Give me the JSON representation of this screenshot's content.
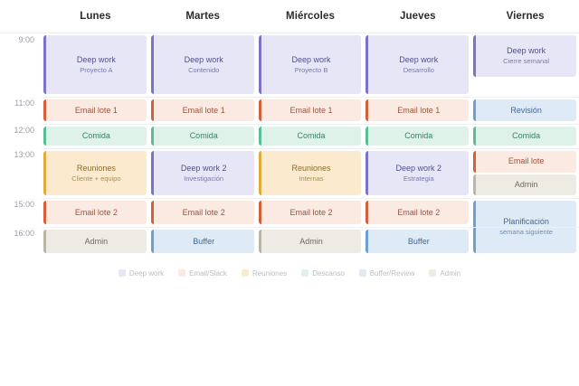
{
  "calendar": {
    "days": [
      "Lunes",
      "Martes",
      "Miércoles",
      "Jueves",
      "Viernes"
    ],
    "times": [
      "9:00",
      "11:00",
      "12:00",
      "13:00",
      "15:00",
      "16:00"
    ],
    "categories": {
      "deep": {
        "name": "Deep work",
        "bg": "#e6e6f7",
        "accent": "#7b72c9",
        "text": "#50508a"
      },
      "email": {
        "name": "Email/Slack",
        "bg": "#fbeae1",
        "accent": "#d4603a",
        "text": "#9b5340"
      },
      "meet": {
        "name": "Reuniones",
        "bg": "#fbeacd",
        "accent": "#e0aa3c",
        "text": "#8a6a30"
      },
      "rest": {
        "name": "Descanso",
        "bg": "#dff2e9",
        "accent": "#5bbd96",
        "text": "#3e7d67"
      },
      "buffer": {
        "name": "Buffer/Review",
        "bg": "#dfeaf7",
        "accent": "#6e9fd1",
        "text": "#3f6a96"
      },
      "admin": {
        "name": "Admin",
        "bg": "#eeebe4",
        "accent": "#b9b5a8",
        "text": "#6e6a60"
      }
    },
    "legend": [
      {
        "label": "Deep work",
        "color": "#e6e6f7"
      },
      {
        "label": "Email/Slack",
        "color": "#fbeae1"
      },
      {
        "label": "Reuniones",
        "color": "#fbeacd"
      },
      {
        "label": "Descanso",
        "color": "#dff2e9"
      },
      {
        "label": "Buffer/Review",
        "color": "#dfeaf7"
      },
      {
        "label": "Admin",
        "color": "#eeebe4"
      }
    ],
    "rows": [
      {
        "time": "9:00",
        "height": 70,
        "cells": [
          {
            "blocks": [
              {
                "title": "Deep work",
                "sub": "Proyecto A",
                "cat": "deep"
              }
            ]
          },
          {
            "blocks": [
              {
                "title": "Deep work",
                "sub": "Contenido",
                "cat": "deep"
              }
            ]
          },
          {
            "blocks": [
              {
                "title": "Deep work",
                "sub": "Proyecto B",
                "cat": "deep"
              }
            ]
          },
          {
            "blocks": [
              {
                "title": "Deep work",
                "sub": "Desarrollo",
                "cat": "deep"
              }
            ]
          },
          {
            "blocks": [
              {
                "title": "Deep work",
                "sub": "Cierre semanal",
                "cat": "deep",
                "flex": 46
              },
              {
                "spacer": true,
                "flex": 24
              }
            ]
          }
        ]
      },
      {
        "time": "11:00",
        "height": 30,
        "cells": [
          {
            "blocks": [
              {
                "title": "Email lote 1",
                "cat": "email"
              }
            ]
          },
          {
            "blocks": [
              {
                "title": "Email lote 1",
                "cat": "email"
              }
            ]
          },
          {
            "blocks": [
              {
                "title": "Email lote 1",
                "cat": "email"
              }
            ]
          },
          {
            "blocks": [
              {
                "title": "Email lote 1",
                "cat": "email"
              }
            ]
          },
          {
            "blocks": [
              {
                "title": "Revisión",
                "cat": "buffer"
              }
            ]
          }
        ]
      },
      {
        "time": "12:00",
        "height": 27,
        "cells": [
          {
            "blocks": [
              {
                "title": "Comida",
                "cat": "rest"
              }
            ]
          },
          {
            "blocks": [
              {
                "title": "Comida",
                "cat": "rest"
              }
            ]
          },
          {
            "blocks": [
              {
                "title": "Comida",
                "cat": "rest"
              }
            ]
          },
          {
            "blocks": [
              {
                "title": "Comida",
                "cat": "rest"
              }
            ]
          },
          {
            "blocks": [
              {
                "title": "Comida",
                "cat": "rest"
              }
            ]
          }
        ]
      },
      {
        "time": "13:00",
        "height": 55,
        "cells": [
          {
            "blocks": [
              {
                "title": "Reuniones",
                "sub": "Cliente + equipo",
                "cat": "meet"
              }
            ]
          },
          {
            "blocks": [
              {
                "title": "Deep work 2",
                "sub": "Investigación",
                "cat": "deep"
              }
            ]
          },
          {
            "blocks": [
              {
                "title": "Reuniones",
                "sub": "Internas",
                "cat": "meet"
              }
            ]
          },
          {
            "blocks": [
              {
                "title": "Deep work 2",
                "sub": "Estrategia",
                "cat": "deep"
              }
            ]
          },
          {
            "blocks": [
              {
                "title": "Email lote",
                "cat": "email"
              },
              {
                "title": "Admin",
                "cat": "admin"
              }
            ]
          }
        ]
      },
      {
        "time": "15:00",
        "height": 32,
        "cells": [
          {
            "blocks": [
              {
                "title": "Email lote 2",
                "cat": "email"
              }
            ]
          },
          {
            "blocks": [
              {
                "title": "Email lote 2",
                "cat": "email"
              }
            ]
          },
          {
            "blocks": [
              {
                "title": "Email lote 2",
                "cat": "email"
              }
            ]
          },
          {
            "blocks": [
              {
                "title": "Email lote 2",
                "cat": "email"
              }
            ]
          },
          {
            "blocks": [
              {
                "title": "Planificación",
                "sub": "semana siguiente",
                "cat": "buffer",
                "span": 2
              }
            ]
          }
        ]
      },
      {
        "time": "16:00",
        "height": 32,
        "cells": [
          {
            "blocks": [
              {
                "title": "Admin",
                "cat": "admin"
              }
            ]
          },
          {
            "blocks": [
              {
                "title": "Buffer",
                "cat": "buffer"
              }
            ]
          },
          {
            "blocks": [
              {
                "title": "Admin",
                "cat": "admin"
              }
            ]
          },
          {
            "blocks": [
              {
                "title": "Buffer",
                "cat": "buffer"
              }
            ]
          },
          {
            "blocks": []
          }
        ]
      }
    ]
  }
}
